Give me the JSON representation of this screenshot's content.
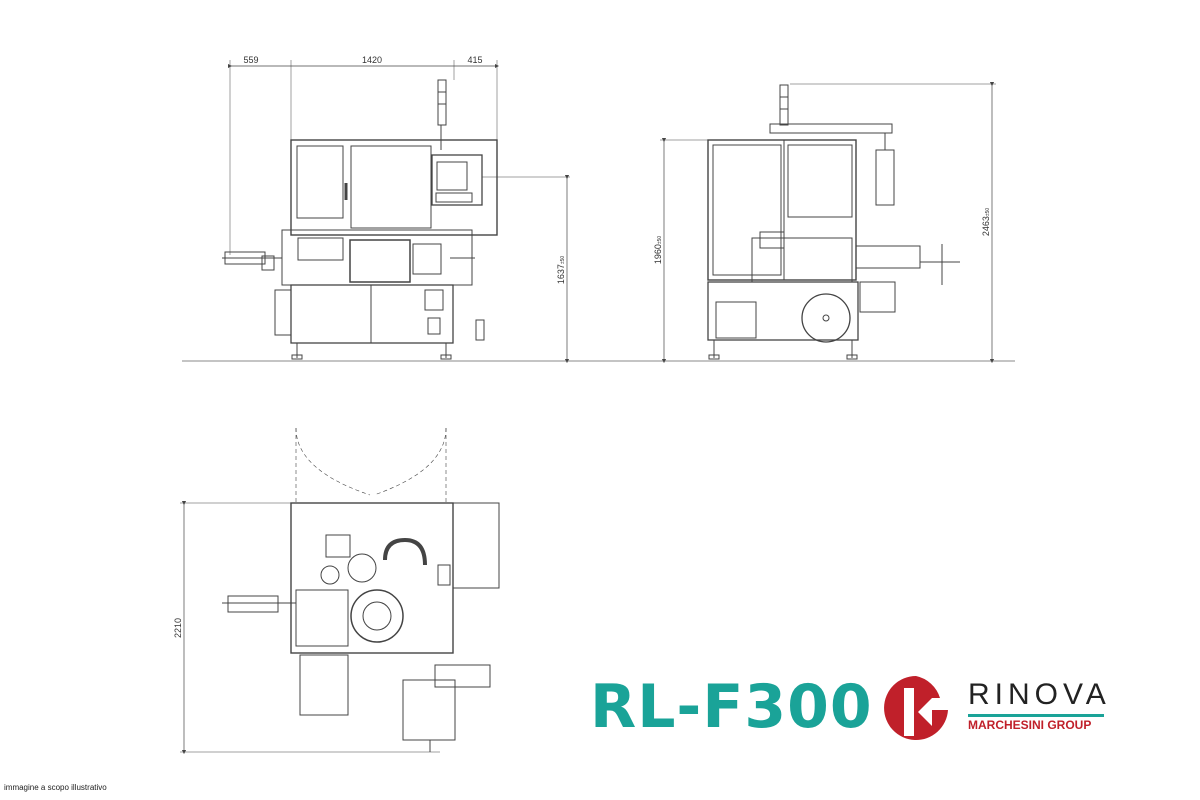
{
  "dimensions": {
    "front_left": "559",
    "front_center": "1420",
    "front_right": "415",
    "front_height": "1637",
    "front_height_tol": "±50",
    "side_height": "1960",
    "side_height_tol": "±50",
    "side_total_height": "2463",
    "side_total_height_tol": "±50",
    "plan_depth": "2210"
  },
  "model_name": "RL-F300",
  "caption": "immagine a scopo illustrativo",
  "brand": {
    "name": "RINOVA",
    "group": "MARCHESINI GROUP",
    "teal": "#1aa398",
    "red": "#c0202a"
  },
  "icons": [
    "rinova-logo-icon"
  ]
}
